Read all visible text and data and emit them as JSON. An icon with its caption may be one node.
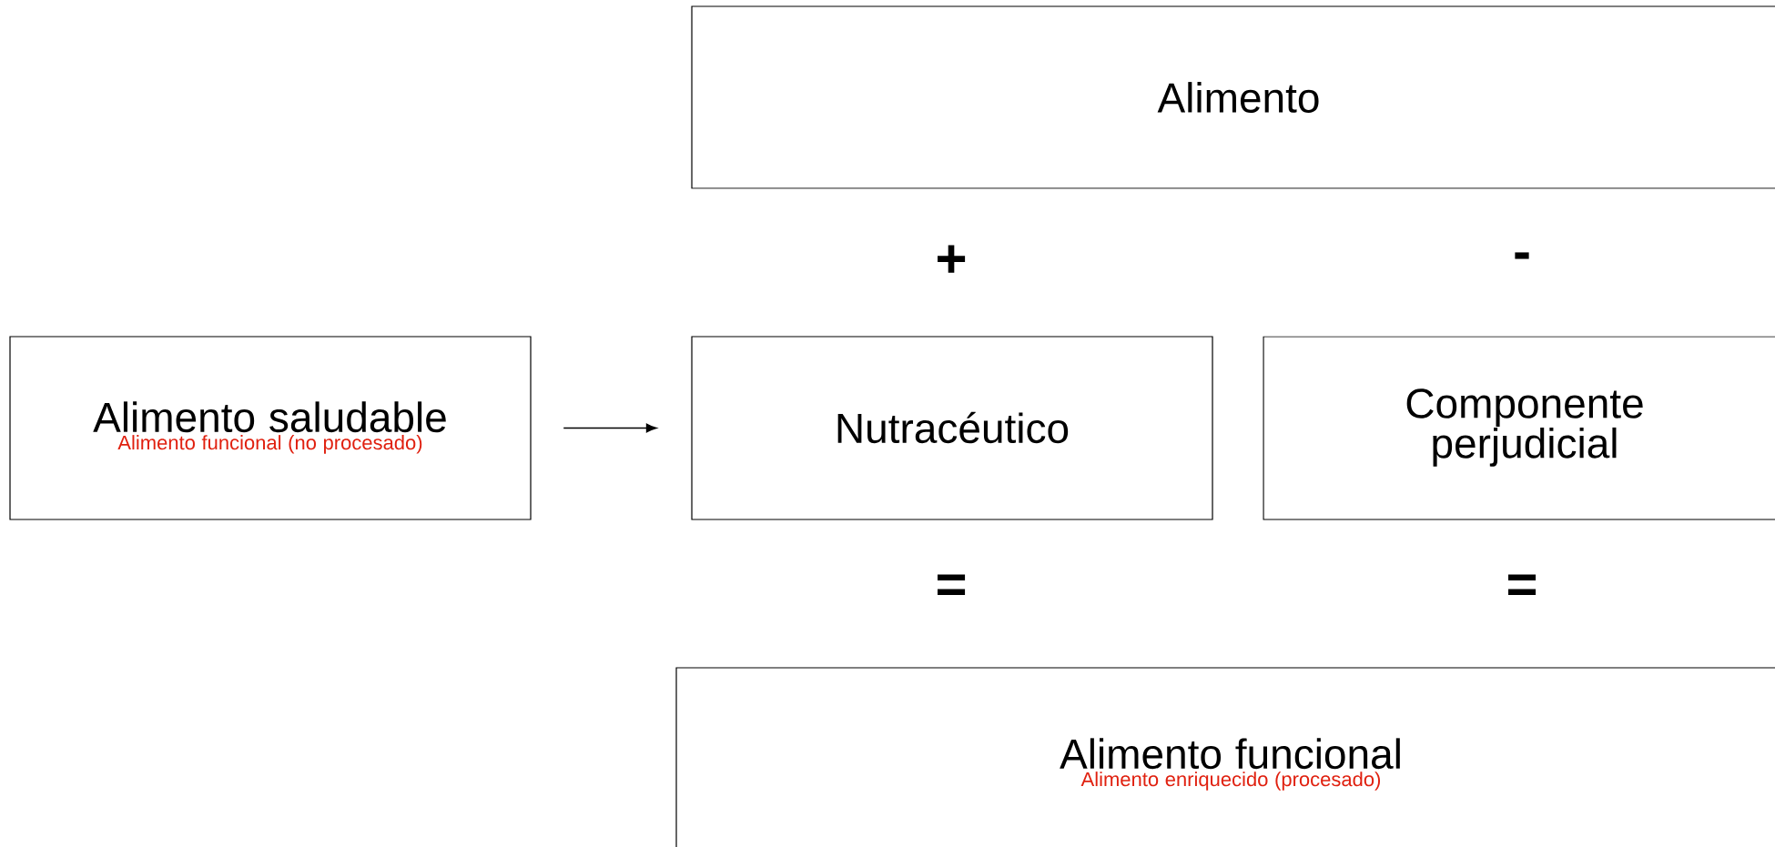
{
  "diagram": {
    "nodes": [
      {
        "text": [
          "Alimento"
        ]
      },
      {
        "text": [
          "Alimento saludable",
          "Alimento funcional (no procesado)"
        ]
      },
      {
        "text": [
          "Nutracéutico"
        ]
      },
      {
        "text": [
          "Componente perjudicial"
        ]
      },
      {
        "text": [
          "Alimento funcional",
          "Alimento enriquecido (procesado)"
        ]
      }
    ],
    "edges": [
      {
        "from": 1,
        "to": 2,
        "arrow": "to"
      }
    ],
    "labels": [
      "+",
      "-",
      "=",
      "="
    ]
  }
}
